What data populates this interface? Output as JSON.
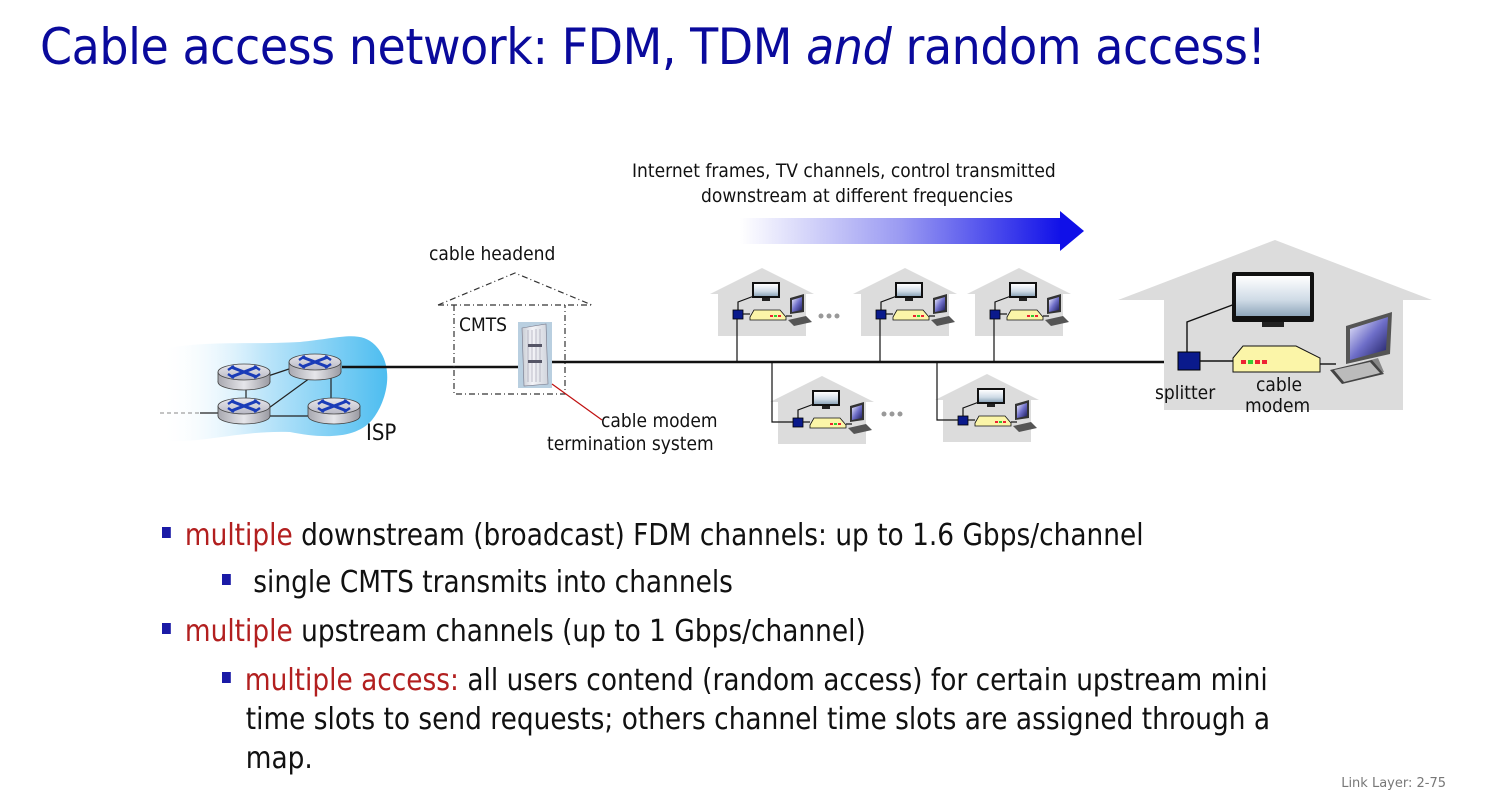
{
  "slide": {
    "title": {
      "part1": "Cable access network: FDM, TDM ",
      "italic": "and",
      "part2": " random access!"
    },
    "diagram": {
      "arrow_caption_line1": "Internet frames, TV channels, control  transmitted",
      "arrow_caption_line2": "downstream at different frequencies",
      "headend_label": "cable headend",
      "cmts_label": "CMTS",
      "cmts_desc_line1": "cable modem",
      "cmts_desc_line2": "termination system",
      "isp_label": "ISP",
      "splitter_label": "splitter",
      "modem_label_line1": "cable",
      "modem_label_line2": "modem",
      "ellipsis": "•••",
      "colors": {
        "arrow": "#1010e8",
        "splitter": "#0a1a8c",
        "modem": "#fbf5a8",
        "house": "#dcdcdc",
        "isp_cloud": "#5bc5f2",
        "leader_line": "#c01010"
      }
    },
    "bullets": [
      {
        "level": 1,
        "highlight": "multiple",
        "text": " downstream (broadcast) FDM channels: up to 1.6 Gbps/channel"
      },
      {
        "level": 2,
        "highlight": "",
        "text": " single CMTS transmits into channels"
      },
      {
        "level": 1,
        "highlight": "multiple",
        "text": " upstream channels (up to 1 Gbps/channel)"
      },
      {
        "level": 2,
        "highlight": "multiple access:",
        "text": " all users contend (random access) for certain upstream mini",
        "continuation": [
          "time slots to send requests; others channel time slots are assigned through a",
          "map."
        ]
      }
    ],
    "footer": "Link Layer: 2-75"
  }
}
